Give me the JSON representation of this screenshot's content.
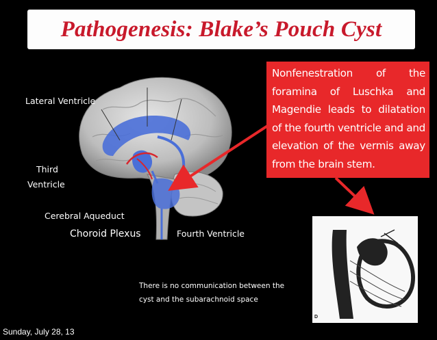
{
  "slide": {
    "title": "Pathogenesis: Blake’s Pouch Cyst",
    "description": "Nonfenestration of the foramina of Luschka and Magendie leads to dilatation of the fourth ventricle and and elevation of the vermis away from the brain stem.",
    "labels": {
      "lateral_ventricle": "Lateral Ventricle",
      "third_ventricle_line1": "Third",
      "third_ventricle_line2": "Ventricle",
      "cerebral_aqueduct": "Cerebral Aqueduct",
      "choroid_plexus": "Choroid Plexus",
      "fourth_ventricle": "Fourth Ventricle"
    },
    "note_line1": "There is no communication between the",
    "note_line2": "cyst  and the subarachnoid space",
    "inset_letter": "D"
  },
  "footer": {
    "date": "Sunday, July 28, 13"
  },
  "colors": {
    "title": "#c8192b",
    "callout": "#e8282a",
    "ventricle": "#4a6fd8",
    "arrow": "#e8282a"
  }
}
